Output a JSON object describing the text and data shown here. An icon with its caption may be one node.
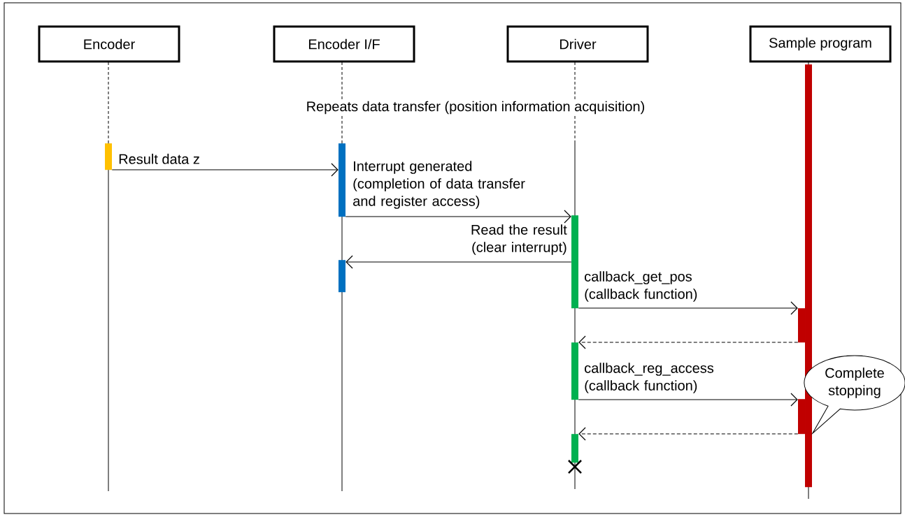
{
  "diagram": {
    "nodes": [
      {
        "text": [
          "Encoder"
        ]
      },
      {
        "text": [
          "Encoder I/F"
        ]
      },
      {
        "text": [
          "Driver"
        ]
      },
      {
        "text": [
          "Sample program"
        ]
      },
      {
        "text": [],
        "shape": "bar"
      },
      {
        "text": [],
        "shape": "bar"
      },
      {
        "text": [],
        "shape": "bar"
      },
      {
        "text": [],
        "shape": "bar"
      },
      {
        "text": [],
        "shape": "bar"
      },
      {
        "text": [],
        "shape": "bar"
      },
      {
        "text": [],
        "shape": "bar"
      },
      {
        "text": [],
        "shape": "bar"
      },
      {
        "text": [],
        "shape": "bar"
      },
      {
        "text": [
          "Complete stopping"
        ]
      }
    ],
    "edges": [
      {
        "from": 4,
        "to": 5,
        "arrow": "to",
        "label": "Result data z"
      },
      {
        "from": 5,
        "to": 7,
        "arrow": "to",
        "label": "Interrupt generated (completion of data transfer and register access)"
      },
      {
        "from": 7,
        "to": 6,
        "arrow": "to",
        "label": "Read the result (clear interrupt)"
      },
      {
        "from": 7,
        "to": 11,
        "arrow": "to",
        "label": "callback_get_pos (callback function)"
      },
      {
        "from": 11,
        "to": 8,
        "arrow": "to",
        "style": "dashed"
      },
      {
        "from": 8,
        "to": 12,
        "arrow": "to",
        "label": "callback_reg_access (callback function)"
      },
      {
        "from": 12,
        "to": 9,
        "arrow": "to",
        "style": "dashed"
      }
    ],
    "labels": [
      "Repeats data transfer (position information acquisition)"
    ]
  }
}
